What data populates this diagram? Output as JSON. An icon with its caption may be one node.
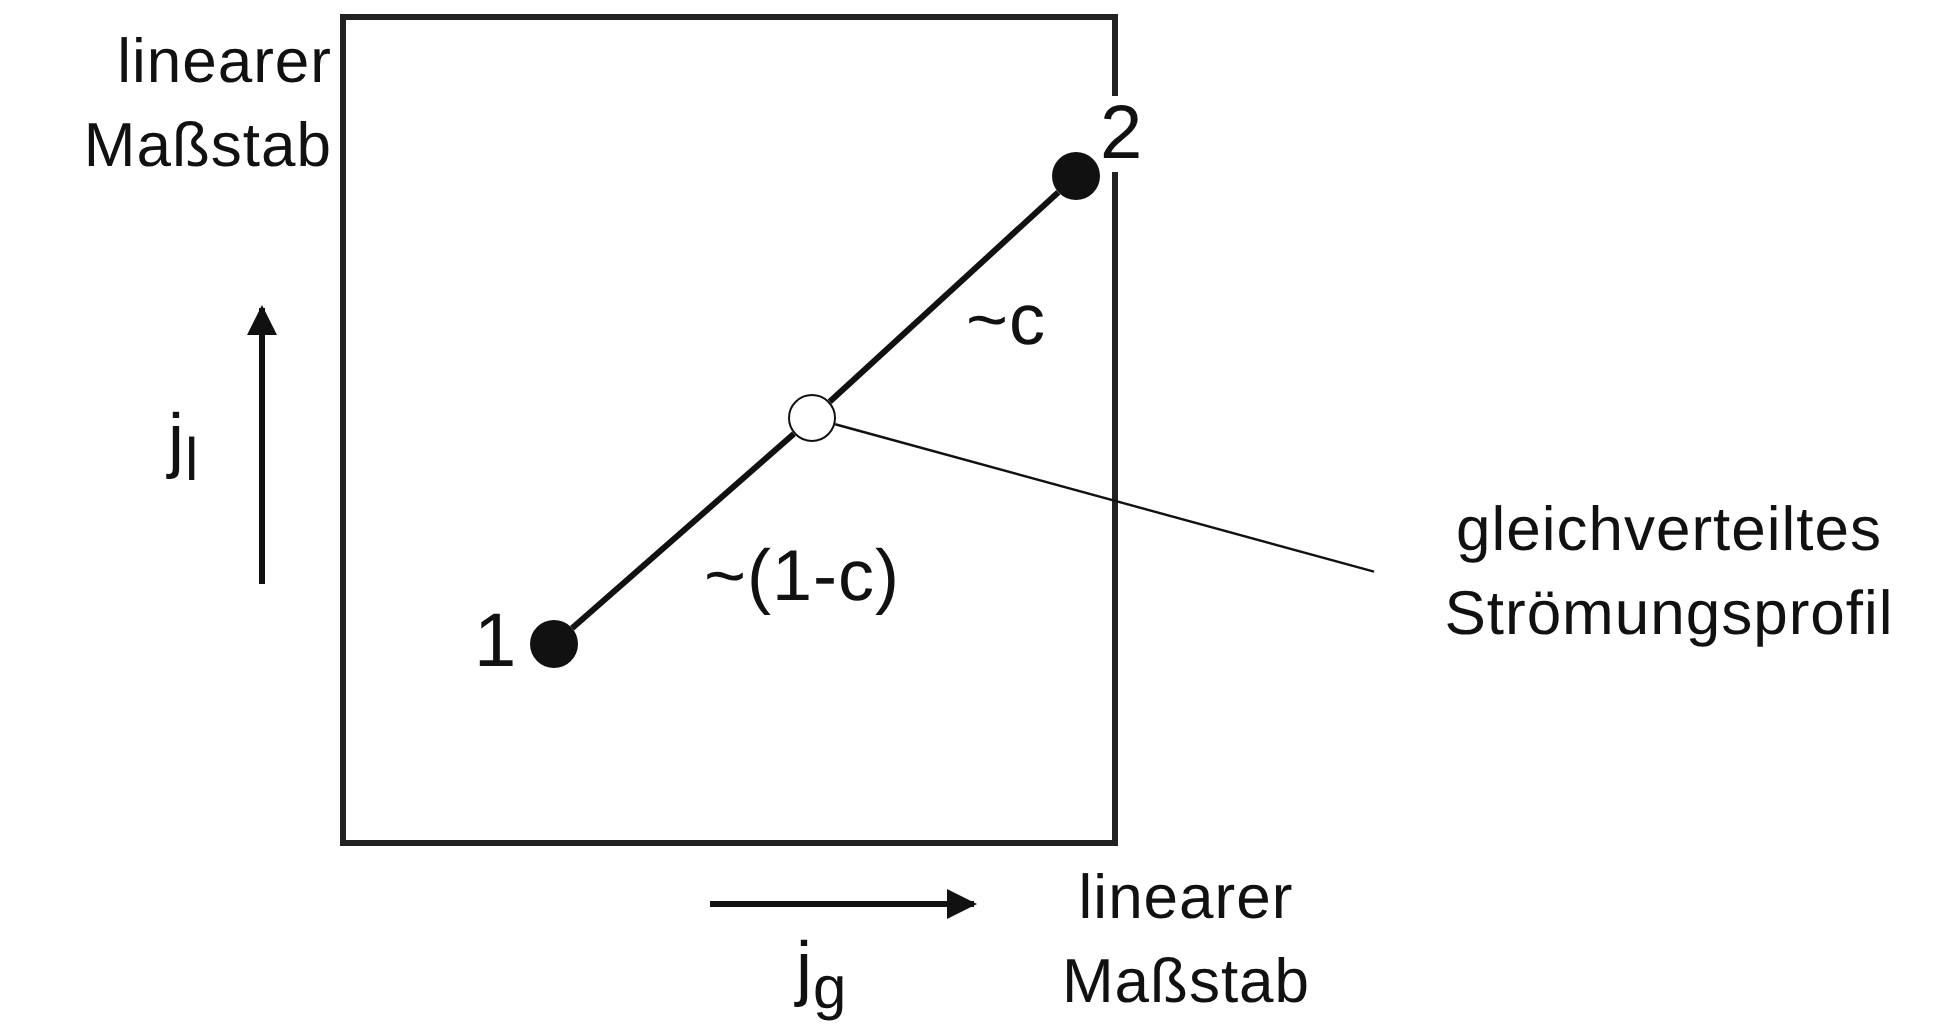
{
  "diagram": {
    "nodes": [
      {
        "text": [],
        "shape": "box"
      },
      {
        "text": [],
        "shape": "circle",
        "in": 0,
        "beside": [
          "1"
        ]
      },
      {
        "text": [],
        "shape": "circle",
        "in": 0
      },
      {
        "text": [],
        "shape": "circle",
        "in": 0,
        "beside": [
          "2"
        ]
      },
      {
        "text": [
          "gleichverteiltes Strömungsprofil"
        ]
      }
    ],
    "edges": [
      {
        "from": 1,
        "to": 2,
        "arrow": "none",
        "label": "~(1-c)"
      },
      {
        "from": 2,
        "to": 3,
        "arrow": "none",
        "label": "~c"
      },
      {
        "from": 4,
        "to": 2,
        "arrow": "none"
      }
    ],
    "labels": [
      "linearer Maßstab",
      "j$_{l}$",
      "j$_{g}$",
      "linearer Maßstab"
    ]
  }
}
